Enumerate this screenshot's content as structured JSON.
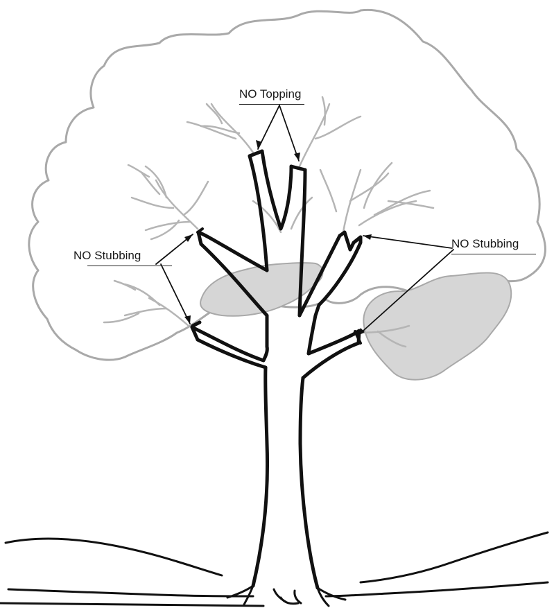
{
  "labels": {
    "topping": "NO Topping",
    "stubbing_left": "NO Stubbing",
    "stubbing_right": "NO Stubbing"
  },
  "colors": {
    "canopy_outline": "#a9a9a9",
    "branches": "#b5b5b5",
    "shade_fill": "#d6d6d6",
    "ink": "#111111"
  }
}
